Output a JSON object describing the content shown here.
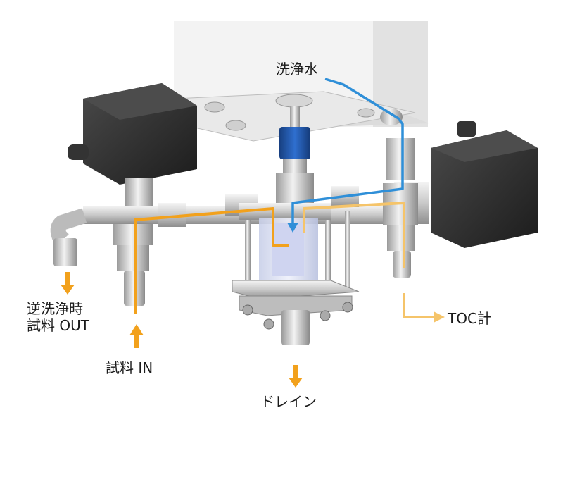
{
  "labels": {
    "wash_water": "洗浄水",
    "backwash_line1": "逆洗浄時",
    "backwash_line2": "試料 OUT",
    "sample_in": "試料 IN",
    "drain": "ドレイン",
    "toc": "TOC計"
  },
  "colors": {
    "sample_flow": "#f2a11c",
    "toc_flow": "#f5c46a",
    "wash_flow": "#2f8fd8",
    "housing": "#f1f1f1",
    "motor": "#2b2b2b",
    "valve_cap": "#1f56a8"
  }
}
